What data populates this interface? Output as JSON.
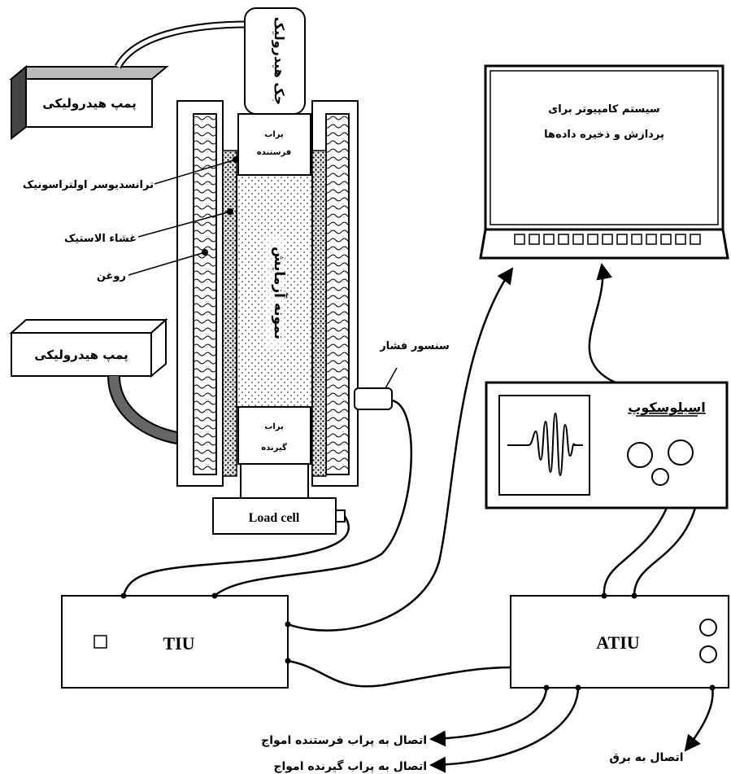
{
  "labels": {
    "pump_top": "پمپ هیدرولیکی",
    "pump_bottom": "پمپ هیدرولیکی",
    "jack": "جک هیدرولیک",
    "transmitter_line1": "پراب",
    "transmitter_line2": "فرستنده",
    "receiver_line1": "پراب",
    "receiver_line2": "گیرنده",
    "sample": "نمونه آزمایش",
    "transducer": "ترانسدیوسر اولتراسونیک",
    "membrane": "غشاء الاستیک",
    "oil": "روغن",
    "pressure_sensor": "سنسور فشار",
    "load_cell": "Load cell",
    "computer_line1": "سیستم کامپیوتر برای",
    "computer_line2": "پردازش و ذخیره داده‌ها",
    "oscilloscope": "اسیلوسکوپ",
    "tiu": "TIU",
    "atiu": "ATIU",
    "out_transmitter": "اتصال به پراب فرستنده امواج",
    "out_receiver": "اتصال به پراب گیرنده امواج",
    "out_power": "اتصال به برق"
  },
  "colors": {
    "line": "#000000",
    "background": "#ffffff",
    "hatch": "#333333"
  },
  "icons": {
    "oscilloscope_screen": "waveform-icon",
    "tiu_indicator": "square-indicator-icon"
  }
}
